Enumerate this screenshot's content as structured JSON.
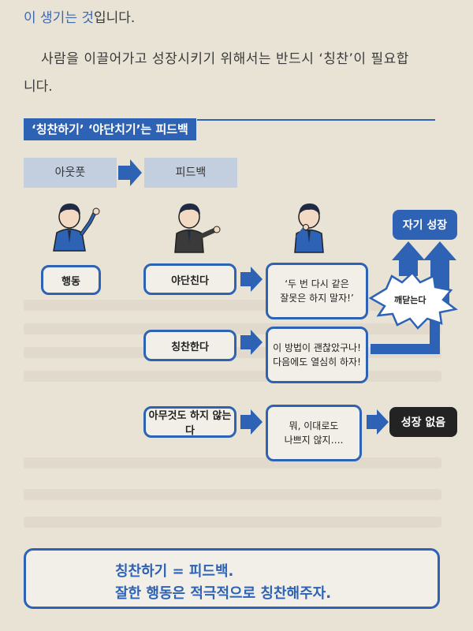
{
  "intro": {
    "line1_highlight": "이 생기는 것",
    "line1_rest": "입니다.",
    "line2": "사람을 이끌어가고 성장시키기 위해서는 반드시 ‘칭찬’이 필요합",
    "line3": "니다."
  },
  "section": {
    "title": "‘칭찬하기’ ‘야단치기’는 피드백"
  },
  "flow": {
    "outcome": "아웃풋",
    "feedback": "피드백"
  },
  "diagram": {
    "action": "행동",
    "scold": "야단친다",
    "praise": "칭찬한다",
    "nothing": "아무것도 하지 않는다",
    "speech_scold": [
      "‘두 번 다시 같은",
      "잘못은 하지 말자!’"
    ],
    "speech_praise": [
      "이 방법이 괜찮았구나!",
      "다음에도 열심히 하자!"
    ],
    "speech_nothing": [
      "뭐, 이대로도",
      "나쁘지 않지…."
    ],
    "realize": "깨닫는다",
    "self_growth": "자기 성장",
    "no_growth": "성장 없음"
  },
  "callout": {
    "line1": "칭찬하기 = 피드백.",
    "line2": "잘한 행동은 적극적으로 칭찬해주자."
  },
  "colors": {
    "accent": "#2e62b4",
    "page": "#e9e3d6",
    "dark": "#232323"
  }
}
